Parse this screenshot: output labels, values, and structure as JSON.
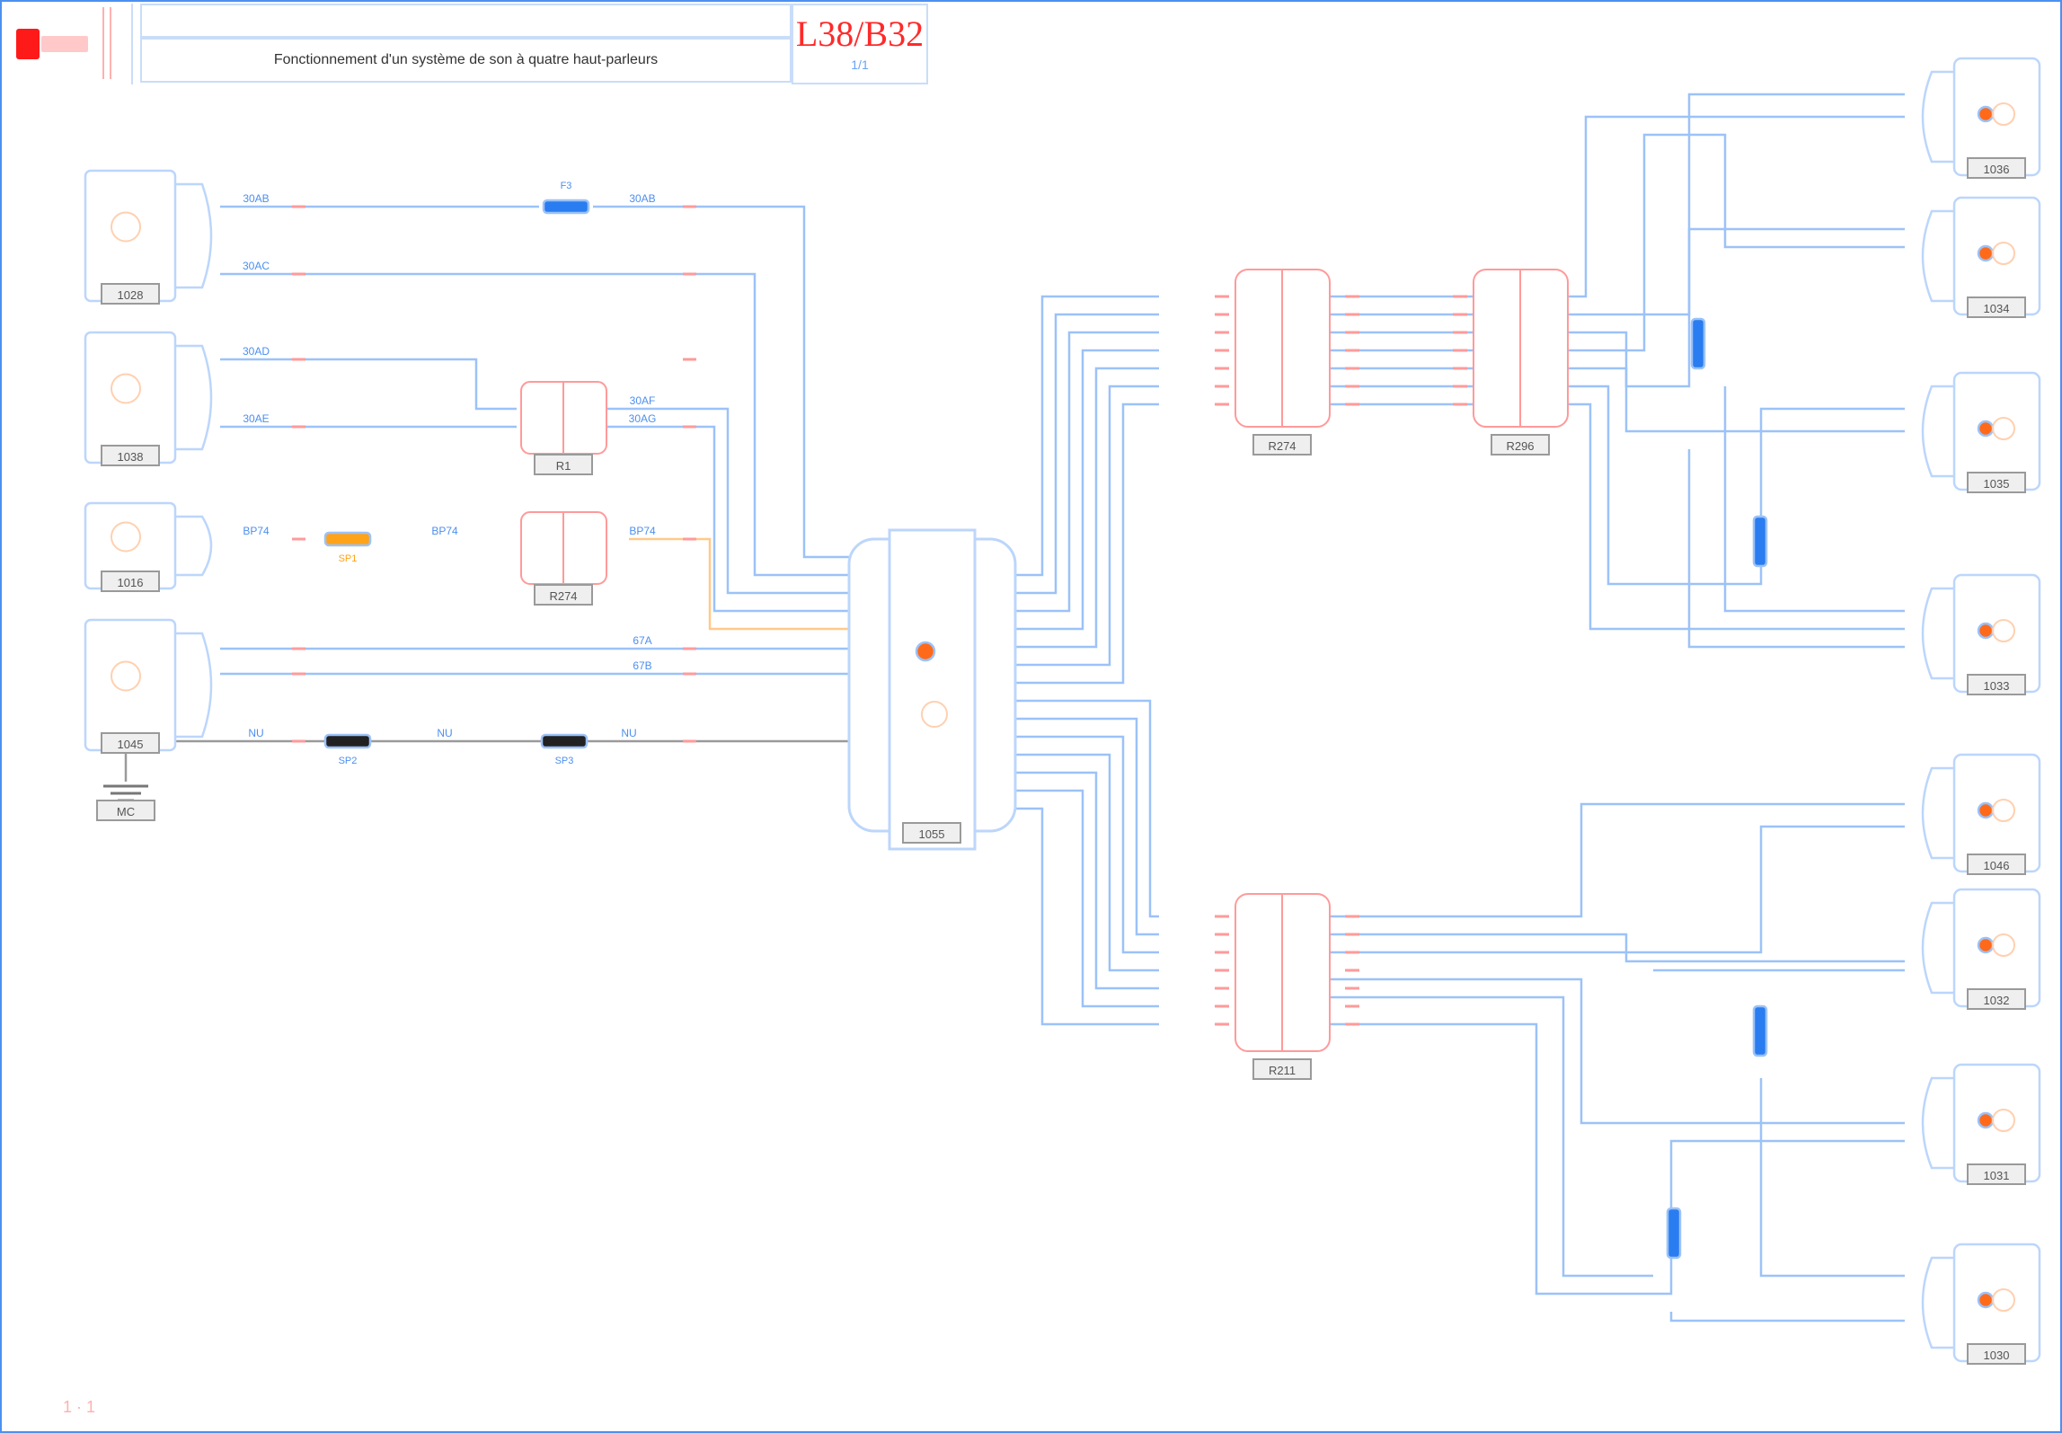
{
  "title_block": {
    "description": "Fonctionnement d'un système de son à quatre haut-parleurs",
    "code": "L38/B32",
    "code_sub": "1/1"
  },
  "page_mark": "1 · 1",
  "colors": {
    "wire": "#7fb0f7",
    "wire_light": "#bcd6fb",
    "connector": "#ff9a9a",
    "label_blue": "#4c8ff0",
    "fuse_orange": "#ffa31a",
    "splice_blue": "#2a7df0",
    "ground_black": "#222222",
    "component_accent": "#ff6a1a"
  },
  "component_labels": {
    "left_1": "1028",
    "left_2": "1038",
    "left_3": "1016",
    "left_4": "1045",
    "ground": "MC",
    "conn_a": "R1",
    "conn_b": "R274",
    "central_unit": "1055",
    "junction_top_1": "R274",
    "junction_top_2": "R296",
    "junction_bottom": "R211",
    "spk_1": "1036",
    "spk_2": "1034",
    "spk_3": "1035",
    "spk_4": "1033",
    "spk_5": "1046",
    "spk_6": "1032",
    "spk_7": "1031",
    "spk_8": "1030"
  },
  "wire_labels": {
    "w1": "30AB",
    "w2": "30AB",
    "w3": "30AC",
    "w4": "30AD",
    "w5": "30AE",
    "w6": "30AF",
    "w7": "30AG",
    "w8": "BP74",
    "w9": "BP74",
    "w10": "BP74",
    "w11": "67A",
    "w12": "67B",
    "w13": "NU",
    "w14": "NU",
    "w15": "NU"
  },
  "fuse_labels": {
    "f1": "F3",
    "f2": "SP1",
    "f3": "SP2",
    "f4": "SP3"
  }
}
